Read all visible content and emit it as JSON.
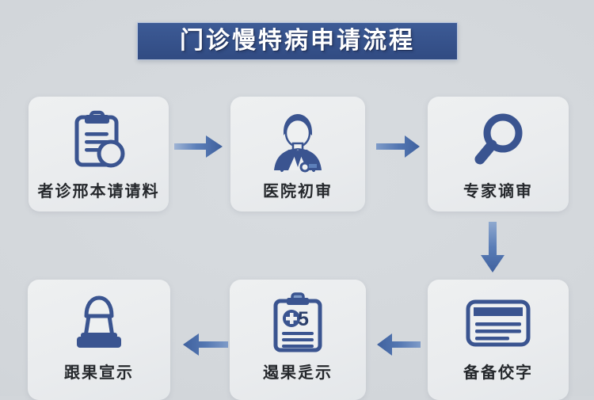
{
  "diagram": {
    "title": "门诊慢特病申请流程",
    "background_color": "#d2d6da",
    "accent_color": "#36528b",
    "arrow_color": "#4a6fae",
    "card_color": "#eaecee",
    "label_color": "#25282c"
  },
  "steps": [
    {
      "id": "step-1",
      "label": "者诊邢本请请料",
      "icon": "clipboard-magnifier-icon",
      "position": "row-1-col-1"
    },
    {
      "id": "step-2",
      "label": "医院初审",
      "icon": "doctor-stethoscope-icon",
      "position": "row-1-col-2"
    },
    {
      "id": "step-3",
      "label": "专家谪审",
      "icon": "magnifier-icon",
      "position": "row-1-col-3"
    },
    {
      "id": "step-4",
      "label": "备备佼字",
      "icon": "id-card-icon",
      "position": "row-2-col-3"
    },
    {
      "id": "step-5",
      "label": "遏果辵示",
      "icon": "clipboard-cross-icon",
      "icon_badge": "5",
      "position": "row-2-col-2"
    },
    {
      "id": "step-6",
      "label": "跟果宣示",
      "icon": "stamp-seal-icon",
      "position": "row-2-col-1"
    }
  ],
  "arrows": [
    {
      "id": "arrow-1",
      "direction": "right",
      "from": "step-1",
      "to": "step-2",
      "icon": "arrow-right-icon"
    },
    {
      "id": "arrow-2",
      "direction": "right",
      "from": "step-2",
      "to": "step-3",
      "icon": "arrow-right-icon"
    },
    {
      "id": "arrow-3",
      "direction": "down",
      "from": "step-3",
      "to": "step-4",
      "icon": "arrow-down-icon"
    },
    {
      "id": "arrow-4",
      "direction": "left",
      "from": "step-4",
      "to": "step-5",
      "icon": "arrow-left-icon"
    },
    {
      "id": "arrow-5",
      "direction": "left",
      "from": "step-5",
      "to": "step-6",
      "icon": "arrow-left-icon"
    }
  ]
}
